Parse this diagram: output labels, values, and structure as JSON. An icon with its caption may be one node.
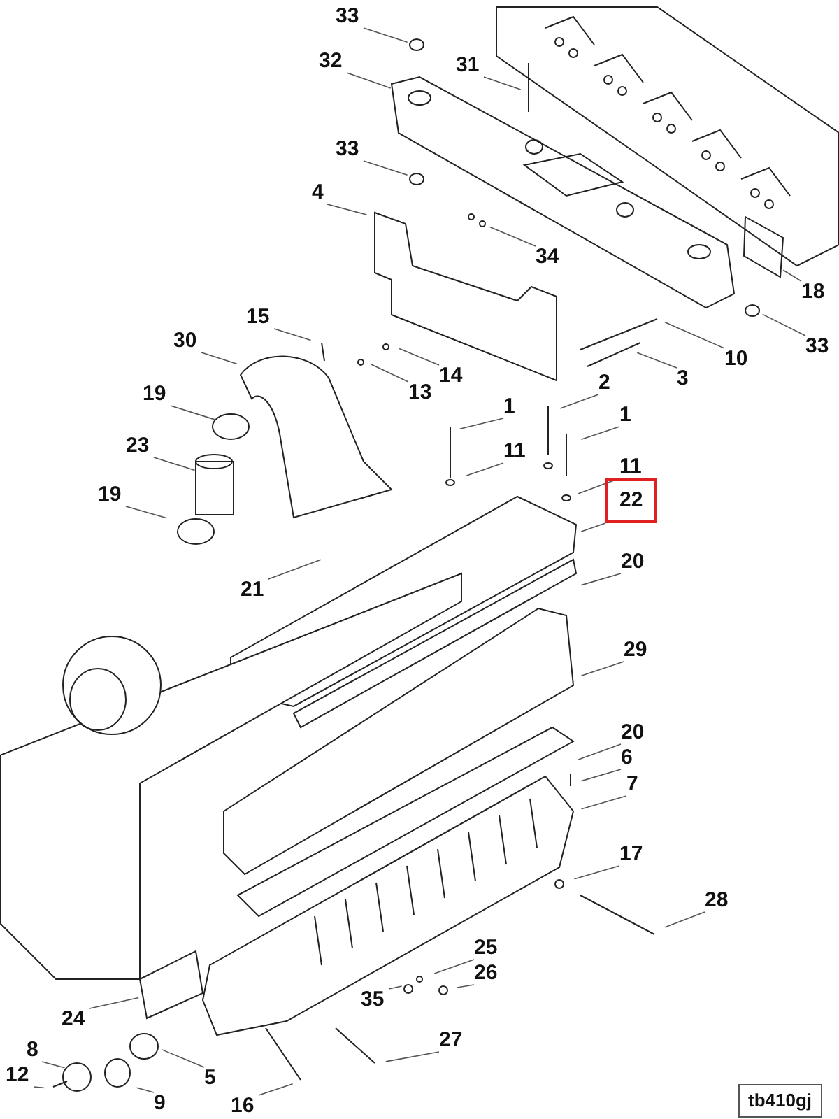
{
  "diagram": {
    "nodes": [
      {
        "text": [
          "33"
        ]
      },
      {
        "text": [
          "32"
        ]
      },
      {
        "text": [
          "31"
        ]
      },
      {
        "text": [
          "33"
        ]
      },
      {
        "text": [
          "4"
        ]
      },
      {
        "text": [
          "34"
        ]
      },
      {
        "text": [
          "18"
        ]
      },
      {
        "text": [
          "33"
        ]
      },
      {
        "text": [
          "10"
        ]
      },
      {
        "text": [
          "3"
        ]
      },
      {
        "text": [
          "15"
        ]
      },
      {
        "text": [
          "30"
        ]
      },
      {
        "text": [
          "14"
        ]
      },
      {
        "text": [
          "13"
        ]
      },
      {
        "text": [
          "19"
        ]
      },
      {
        "text": [
          "2"
        ]
      },
      {
        "text": [
          "1"
        ]
      },
      {
        "text": [
          "1"
        ]
      },
      {
        "text": [
          "23"
        ]
      },
      {
        "text": [
          "11"
        ]
      },
      {
        "text": [
          "11"
        ]
      },
      {
        "text": [
          "22"
        ]
      },
      {
        "text": [
          "19"
        ]
      },
      {
        "text": [
          "21"
        ]
      },
      {
        "text": [
          "20"
        ]
      },
      {
        "text": [
          "29"
        ]
      },
      {
        "text": [
          "20"
        ]
      },
      {
        "text": [
          "6"
        ]
      },
      {
        "text": [
          "7"
        ]
      },
      {
        "text": [
          "17"
        ]
      },
      {
        "text": [
          "28"
        ]
      },
      {
        "text": [
          "25"
        ]
      },
      {
        "text": [
          "26"
        ]
      },
      {
        "text": [
          "35"
        ]
      },
      {
        "text": [
          "24"
        ]
      },
      {
        "text": [
          "27"
        ]
      },
      {
        "text": [
          "8"
        ]
      },
      {
        "text": [
          "5"
        ]
      },
      {
        "text": [
          "12"
        ]
      },
      {
        "text": [
          "9"
        ]
      },
      {
        "text": [
          "16"
        ]
      },
      {
        "text": [
          "tb410gj"
        ]
      }
    ],
    "edges": [
      {
        "from": 0,
        "to": null,
        "arrow": "none"
      },
      {
        "from": 1,
        "to": null,
        "arrow": "none"
      },
      {
        "from": 2,
        "to": null,
        "arrow": "none"
      },
      {
        "from": 3,
        "to": null,
        "arrow": "none"
      },
      {
        "from": 4,
        "to": null,
        "arrow": "none"
      },
      {
        "from": 5,
        "to": null,
        "arrow": "none"
      },
      {
        "from": 6,
        "to": null,
        "arrow": "none"
      },
      {
        "from": 7,
        "to": null,
        "arrow": "none"
      },
      {
        "from": 8,
        "to": null,
        "arrow": "none"
      },
      {
        "from": 9,
        "to": null,
        "arrow": "none"
      },
      {
        "from": 10,
        "to": null,
        "arrow": "none"
      },
      {
        "from": 11,
        "to": null,
        "arrow": "none"
      },
      {
        "from": 12,
        "to": null,
        "arrow": "none"
      },
      {
        "from": 13,
        "to": null,
        "arrow": "none"
      },
      {
        "from": 14,
        "to": null,
        "arrow": "none"
      },
      {
        "from": 15,
        "to": null,
        "arrow": "none"
      },
      {
        "from": 16,
        "to": null,
        "arrow": "none"
      },
      {
        "from": 17,
        "to": null,
        "arrow": "none"
      },
      {
        "from": 18,
        "to": null,
        "arrow": "none"
      },
      {
        "from": 19,
        "to": null,
        "arrow": "none"
      },
      {
        "from": 20,
        "to": null,
        "arrow": "none"
      },
      {
        "from": 21,
        "to": null,
        "arrow": "none"
      },
      {
        "from": 22,
        "to": null,
        "arrow": "none"
      },
      {
        "from": 23,
        "to": null,
        "arrow": "none"
      },
      {
        "from": 24,
        "to": null,
        "arrow": "none"
      },
      {
        "from": 25,
        "to": null,
        "arrow": "none"
      },
      {
        "from": 26,
        "to": null,
        "arrow": "none"
      },
      {
        "from": 27,
        "to": null,
        "arrow": "none"
      },
      {
        "from": 28,
        "to": null,
        "arrow": "none"
      },
      {
        "from": 29,
        "to": null,
        "arrow": "none"
      },
      {
        "from": 30,
        "to": null,
        "arrow": "none"
      },
      {
        "from": 31,
        "to": null,
        "arrow": "none"
      },
      {
        "from": 32,
        "to": null,
        "arrow": "none"
      },
      {
        "from": 33,
        "to": null,
        "arrow": "none"
      },
      {
        "from": 34,
        "to": null,
        "arrow": "none"
      },
      {
        "from": 35,
        "to": null,
        "arrow": "none"
      },
      {
        "from": 36,
        "to": null,
        "arrow": "none"
      },
      {
        "from": 37,
        "to": null,
        "arrow": "none"
      },
      {
        "from": 38,
        "to": null,
        "arrow": "none"
      },
      {
        "from": 39,
        "to": null,
        "arrow": "none"
      },
      {
        "from": 40,
        "to": null,
        "arrow": "none"
      }
    ]
  }
}
